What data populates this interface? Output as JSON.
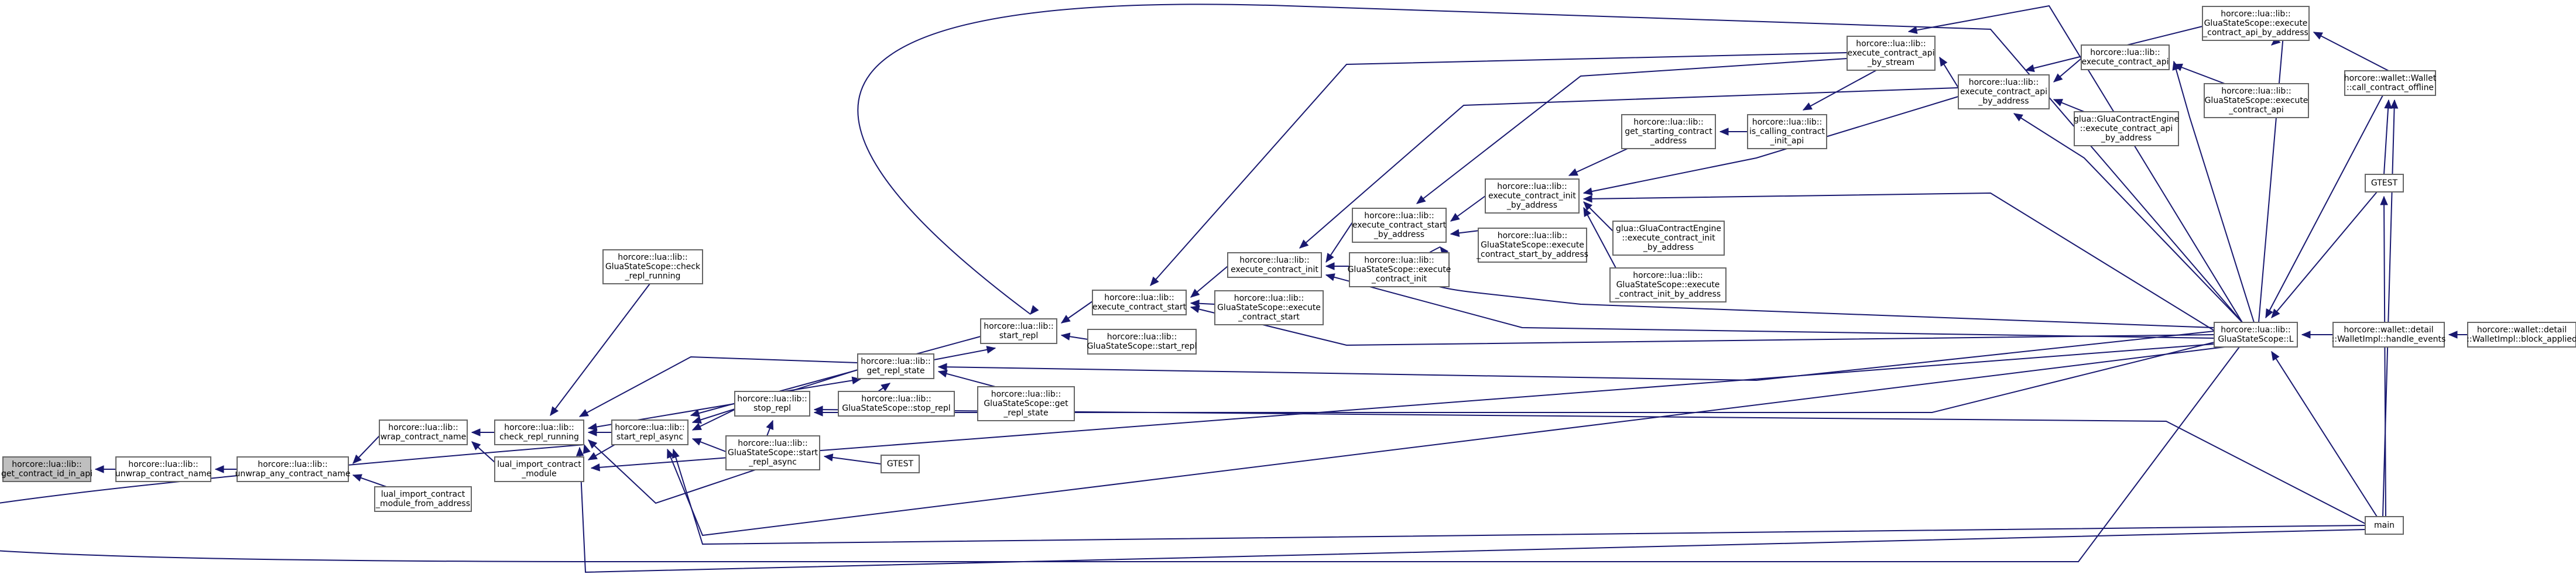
{
  "colors": {
    "node_fill": "#ffffff",
    "root_fill": "#bfbfbf",
    "node_border": "#666666",
    "edge": "#191970",
    "background": "#ffffff"
  },
  "nodes": [
    {
      "id": "n1",
      "lines": [
        "horcore::lua::lib::",
        "get_contract_id_in_api"
      ]
    },
    {
      "id": "n2",
      "lines": [
        "horcore::lua::lib::",
        "unwrap_contract_name"
      ]
    },
    {
      "id": "n3",
      "lines": [
        "horcore::lua::lib::",
        "unwrap_any_contract_name"
      ]
    },
    {
      "id": "n4",
      "lines": [
        "horcore::lua::lib::",
        "wrap_contract_name"
      ]
    },
    {
      "id": "n5",
      "lines": [
        "lual_import_contract",
        "_module_from_address"
      ]
    },
    {
      "id": "n6",
      "lines": [
        "horcore::lua::lib::",
        "check_repl_running"
      ]
    },
    {
      "id": "n7",
      "lines": [
        "lual_import_contract",
        "_module"
      ]
    },
    {
      "id": "n8",
      "lines": [
        "horcore::lua::lib::",
        "GluaStateScope::check",
        "_repl_running"
      ]
    },
    {
      "id": "n9",
      "lines": [
        "horcore::lua::lib::",
        "start_repl_async"
      ]
    },
    {
      "id": "n10",
      "lines": [
        "horcore::lua::lib::",
        "get_repl_state"
      ]
    },
    {
      "id": "n11",
      "lines": [
        "horcore::lua::lib::",
        "stop_repl"
      ]
    },
    {
      "id": "n12",
      "lines": [
        "horcore::lua::lib::",
        "GluaStateScope::start",
        "_repl_async"
      ]
    },
    {
      "id": "n13",
      "lines": [
        "GTEST"
      ]
    },
    {
      "id": "n14",
      "lines": [
        "horcore::lua::lib::",
        "GluaStateScope::stop_repl"
      ]
    },
    {
      "id": "n15",
      "lines": [
        "horcore::lua::lib::",
        "GluaStateScope::get",
        "_repl_state"
      ]
    },
    {
      "id": "n16",
      "lines": [
        "horcore::lua::lib::",
        "start_repl"
      ]
    },
    {
      "id": "n17",
      "lines": [
        "horcore::lua::lib::",
        "execute_contract_start"
      ]
    },
    {
      "id": "n18",
      "lines": [
        "horcore::lua::lib::",
        "GluaStateScope::start_repl"
      ]
    },
    {
      "id": "n19",
      "lines": [
        "horcore::lua::lib::",
        "execute_contract_init"
      ]
    },
    {
      "id": "n20",
      "lines": [
        "horcore::lua::lib::",
        "GluaStateScope::execute",
        "_contract_start"
      ]
    },
    {
      "id": "n21",
      "lines": [
        "horcore::lua::lib::",
        "execute_contract_start",
        "_by_address"
      ]
    },
    {
      "id": "n22",
      "lines": [
        "horcore::lua::lib::",
        "GluaStateScope::execute",
        "_contract_init"
      ]
    },
    {
      "id": "n23",
      "lines": [
        "horcore::lua::lib::",
        "execute_contract_init",
        "_by_address"
      ]
    },
    {
      "id": "n24",
      "lines": [
        "horcore::lua::lib::",
        "GluaStateScope::execute",
        "_contract_start_by_address"
      ]
    },
    {
      "id": "n25",
      "lines": [
        "horcore::lua::lib::",
        "get_starting_contract",
        "_address"
      ]
    },
    {
      "id": "n26",
      "lines": [
        "glua::GluaContractEngine",
        "::execute_contract_init",
        "_by_address"
      ]
    },
    {
      "id": "n27",
      "lines": [
        "horcore::lua::lib::",
        "GluaStateScope::execute",
        "_contract_init_by_address"
      ]
    },
    {
      "id": "n28",
      "lines": [
        "horcore::lua::lib::",
        "is_calling_contract",
        "_init_api"
      ]
    },
    {
      "id": "n29",
      "lines": [
        "horcore::lua::lib::",
        "execute_contract_api",
        "_by_stream"
      ]
    },
    {
      "id": "n30",
      "lines": [
        "horcore::lua::lib::",
        "execute_contract_api",
        "_by_address"
      ]
    },
    {
      "id": "n31",
      "lines": [
        "glua::GluaContractEngine",
        "::execute_contract_api",
        "_by_address"
      ]
    },
    {
      "id": "n32",
      "lines": [
        "horcore::lua::lib::",
        "execute_contract_api"
      ]
    },
    {
      "id": "n33",
      "lines": [
        "horcore::lua::lib::",
        "GluaStateScope::execute",
        "_contract_api_by_address"
      ]
    },
    {
      "id": "n34",
      "lines": [
        "horcore::lua::lib::",
        "GluaStateScope::execute",
        "_contract_api"
      ]
    },
    {
      "id": "n35",
      "lines": [
        "horcore::lua::lib::",
        "GluaStateScope::L"
      ]
    },
    {
      "id": "n36",
      "lines": [
        "horcore::wallet::Wallet",
        "::call_contract_offline"
      ]
    },
    {
      "id": "n37",
      "lines": [
        "GTEST"
      ]
    },
    {
      "id": "n38",
      "lines": [
        "horcore::wallet::detail",
        "::WalletImpl::handle_events"
      ]
    },
    {
      "id": "n39",
      "lines": [
        "horcore::wallet::detail",
        "::WalletImpl::block_applied"
      ]
    },
    {
      "id": "n40",
      "lines": [
        "main"
      ]
    }
  ]
}
